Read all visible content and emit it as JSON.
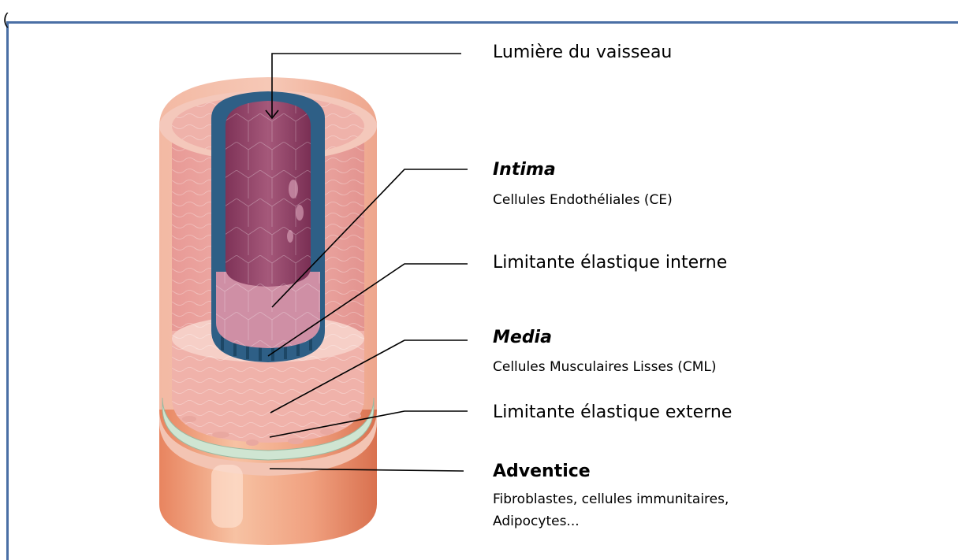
{
  "corner_mark": "(",
  "labels": {
    "lumiere": "Lumière du vaisseau",
    "intima_title": "Intima",
    "intima_sub": "Cellules Endothéliales (CE)",
    "lei": "Limitante élastique interne",
    "media_title": "Media",
    "media_sub": "Cellules Musculaires Lisses (CML)",
    "lee": "Limitante élastique externe",
    "adventice_title": "Adventice",
    "adventice_sub1": "Fibroblastes, cellules immunitaires,",
    "adventice_sub2": "Adipocytes..."
  },
  "colors": {
    "frame": "#4a6fa5",
    "lumen": "#9b4a6e",
    "intima_blue": "#2e5f86",
    "media": "#f2b0aa",
    "adventice": "#f0a585",
    "lee_green": "#cfe5d2"
  }
}
